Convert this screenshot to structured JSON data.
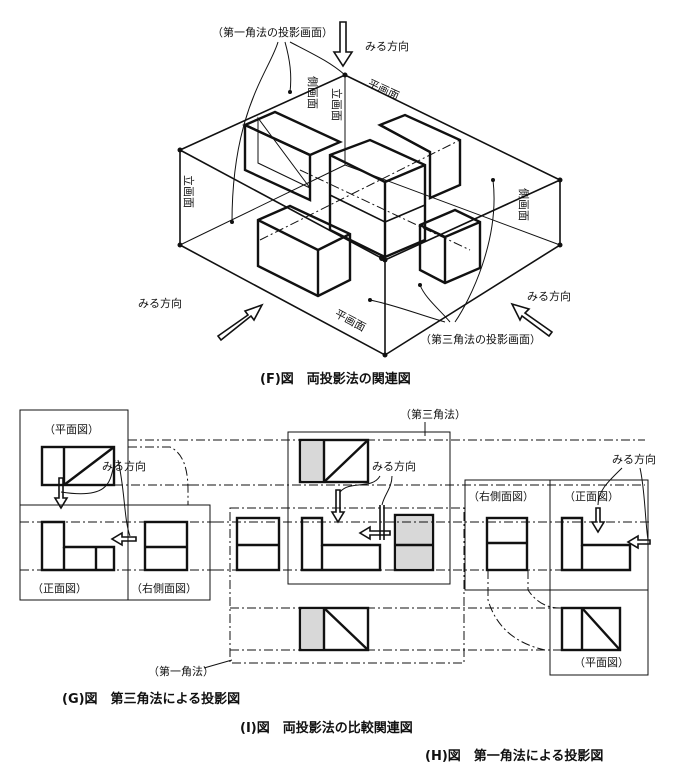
{
  "figure_f": {
    "caption": "(F)図　両投影法の関連図",
    "first_angle_planes": "（第一角法の投影画面）",
    "third_angle_planes": "（第三角法の投影画面）",
    "view_direction_top": "みる方向",
    "view_direction_left": "みる方向",
    "view_direction_right": "みる方向",
    "plane_side_left": "側画面",
    "plane_elevation_top": "立画面",
    "plane_horizontal_top": "平画面",
    "plane_elevation_left": "立画面",
    "plane_side_right": "側画面",
    "plane_horizontal_bottom": "平画面"
  },
  "figure_g": {
    "caption": "(G)図　第三角法による投影図",
    "plan_view": "（平面図）",
    "front_view": "（正面図）",
    "right_side_view": "（右側面図）",
    "view_direction": "みる方向"
  },
  "figure_i": {
    "caption": "(I)図　両投影法の比較関連図",
    "third_angle": "（第三角法）",
    "first_angle": "（第一角法）",
    "view_direction": "みる方向"
  },
  "figure_h": {
    "caption": "(H)図　第一角法による投影図",
    "right_side_view": "（右側面図）",
    "front_view": "（正面図）",
    "plan_view": "（平面図）",
    "view_direction": "みる方向"
  }
}
